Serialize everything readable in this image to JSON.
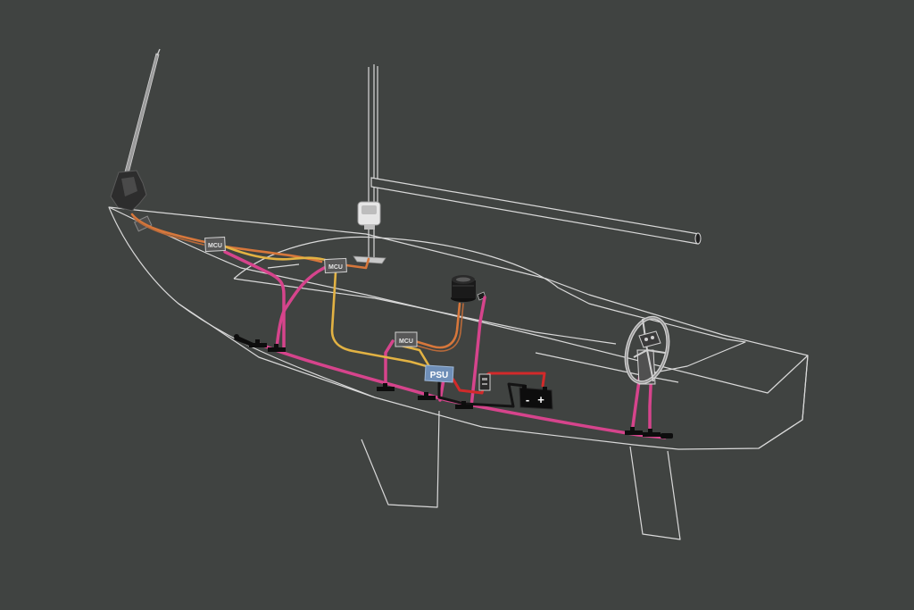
{
  "labels": {
    "mcu_bow": "MCU",
    "mcu_mast": "MCU",
    "mcu_aft": "MCU",
    "psu": "PSU",
    "battery_minus": "-",
    "battery_plus": "+"
  },
  "colors": {
    "background": "#404341",
    "hull_outline": "#d9d9d9",
    "network_backbone": "#d6448c",
    "power_bus": "#e2b243",
    "sensor_cable": "#d7773b",
    "positive_cable": "#d22a2a",
    "negative_cable": "#141414",
    "psu_fill": "#6f8fb8",
    "mcu_fill": "#585858"
  },
  "icons": {
    "forestay_sensor": "masthead-sensor-icon",
    "mast_sensor": "mast-unit-icon",
    "chart_plotter": "dome-display-icon",
    "battery": "battery-icon",
    "helm": "steering-wheel-icon"
  }
}
